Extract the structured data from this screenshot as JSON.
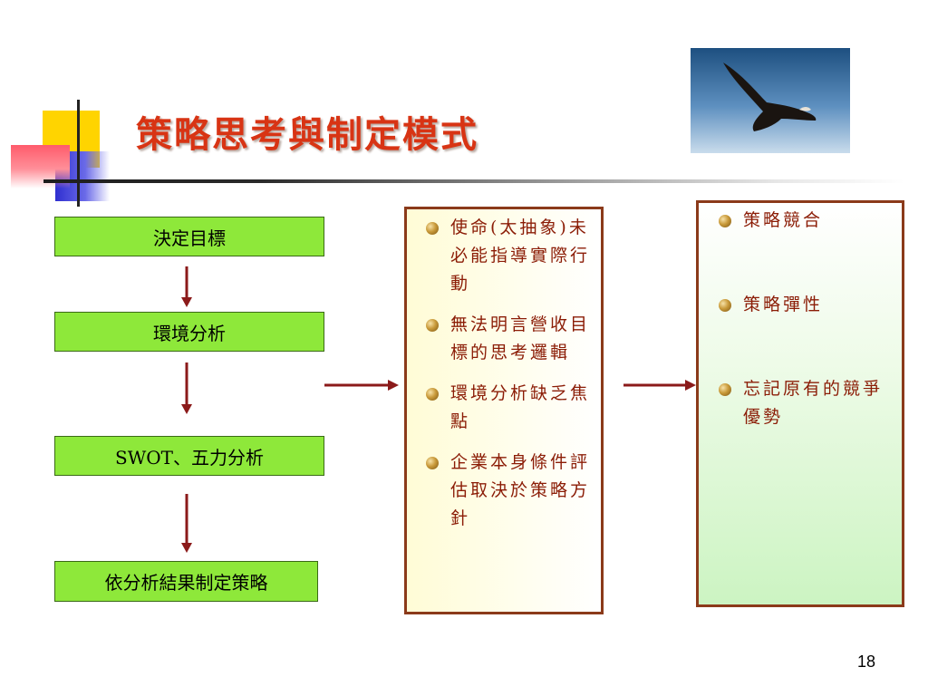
{
  "slide": {
    "title": "策略思考與制定模式",
    "page_number": "18"
  },
  "flow": {
    "steps": [
      "決定目標",
      "環境分析",
      "SWOT、五力分析",
      "依分析結果制定策略"
    ]
  },
  "problems": {
    "items": [
      "使命(太抽象)未必能指導實際行動",
      "無法明言營收目標的思考邏輯",
      "環境分析缺乏焦點",
      "企業本身條件評估取決於策略方針"
    ]
  },
  "results": {
    "items": [
      "策略競合",
      "策略彈性",
      "忘記原有的競爭優勢"
    ]
  },
  "colors": {
    "title": "#d83414",
    "step_fill": "#8ee83a",
    "arrow": "#8b1a1a",
    "panel_border": "#8b3a1a",
    "bullet_text": "#8b1c06"
  }
}
